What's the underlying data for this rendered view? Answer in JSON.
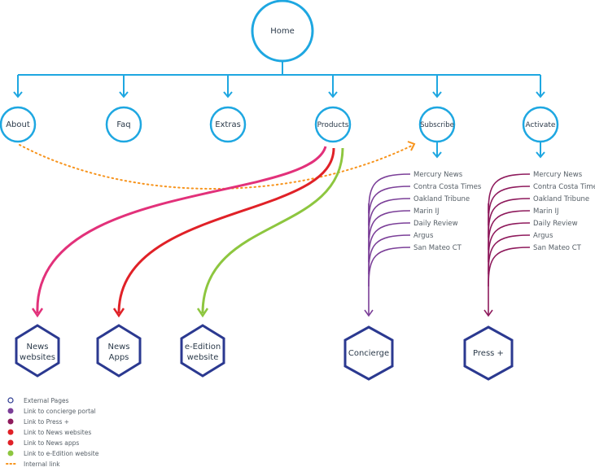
{
  "colors": {
    "blue": "#1ea7e1",
    "hex_navy": "#2b3990",
    "purple": "#7b3f98",
    "plum": "#8e1a5c",
    "pink": "#e2317a",
    "red": "#e02127",
    "green": "#8dc63f",
    "orange": "#f7941d"
  },
  "home": {
    "label": "Home"
  },
  "nav": [
    {
      "label": "About"
    },
    {
      "label": "Faq"
    },
    {
      "label": "Extras"
    },
    {
      "label": "Products"
    },
    {
      "label": "Subscribe"
    },
    {
      "label": "Activate"
    }
  ],
  "papers": [
    "Mercury News",
    "Contra Costa Times",
    "Oakland Tribune",
    "Marin IJ",
    "Daily Review",
    "Argus",
    "San Mateo CT"
  ],
  "subscribe_list": [
    "Mercury News",
    "Contra Costa Times",
    "Oakland Tribune",
    "Marin IJ",
    "Daily Review",
    "Argus",
    "San Mateo CT"
  ],
  "activate_list": [
    "Mercury News",
    "Contra Costa Times",
    "Oakland Tribune",
    "Marin IJ",
    "Daily Review",
    "Argus",
    "San Mateo CT"
  ],
  "external": [
    {
      "lines": [
        "News",
        "websites"
      ]
    },
    {
      "lines": [
        "News",
        "Apps"
      ]
    },
    {
      "lines": [
        "e-Edition",
        "website"
      ]
    },
    {
      "lines": [
        "Concierge"
      ]
    },
    {
      "lines": [
        "Press +"
      ]
    }
  ],
  "legend": [
    {
      "label": "External Pages",
      "icon": "hexagon-outline-icon"
    },
    {
      "label": "Link to concierge portal",
      "icon": "purple-dot-icon"
    },
    {
      "label": "Link to Press +",
      "icon": "plum-dot-icon"
    },
    {
      "label": "Link to News websites",
      "icon": "red-dot-icon"
    },
    {
      "label": "Link to News apps",
      "icon": "red-dot-icon"
    },
    {
      "label": "Link to e-Edition website",
      "icon": "green-dot-icon"
    },
    {
      "label": "Internal link",
      "icon": "orange-dotted-line-icon"
    }
  ]
}
